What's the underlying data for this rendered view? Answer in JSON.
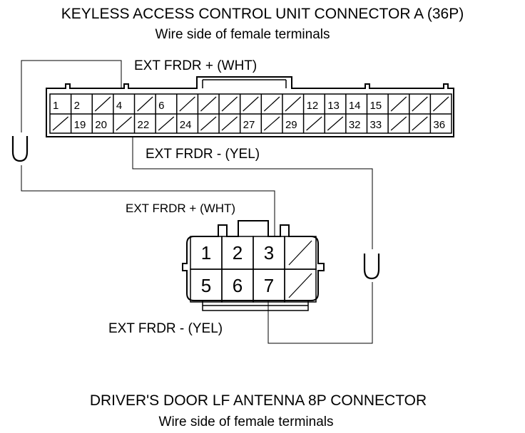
{
  "header": {
    "title": "KEYLESS ACCESS CONTROL UNIT CONNECTOR A (36P)",
    "subtitle": "Wire side of female terminals"
  },
  "footer": {
    "title": "DRIVER'S DOOR LF ANTENNA 8P CONNECTOR",
    "subtitle": "Wire side of female terminals"
  },
  "connector_a": {
    "top_row": [
      "1",
      "2",
      "",
      "4",
      "",
      "6",
      "",
      "",
      "",
      "",
      "",
      "",
      "12",
      "13",
      "14",
      "15",
      "",
      "",
      ""
    ],
    "bottom_row": [
      "",
      "19",
      "20",
      "",
      "22",
      "",
      "24",
      "",
      "",
      "27",
      "",
      "29",
      "",
      "",
      "32",
      "33",
      "",
      "",
      "36"
    ]
  },
  "connector_b": {
    "top_row": [
      "1",
      "2",
      "3",
      ""
    ],
    "bottom_row": [
      "5",
      "6",
      "7",
      ""
    ]
  },
  "wires": {
    "a_plus": "EXT FRDR +  (WHT)",
    "a_minus": "EXT FRDR -   (YEL)",
    "b_plus": "EXT FRDR + (WHT)",
    "b_minus": "EXT FRDR -   (YEL)"
  },
  "continued_symbol": "U"
}
